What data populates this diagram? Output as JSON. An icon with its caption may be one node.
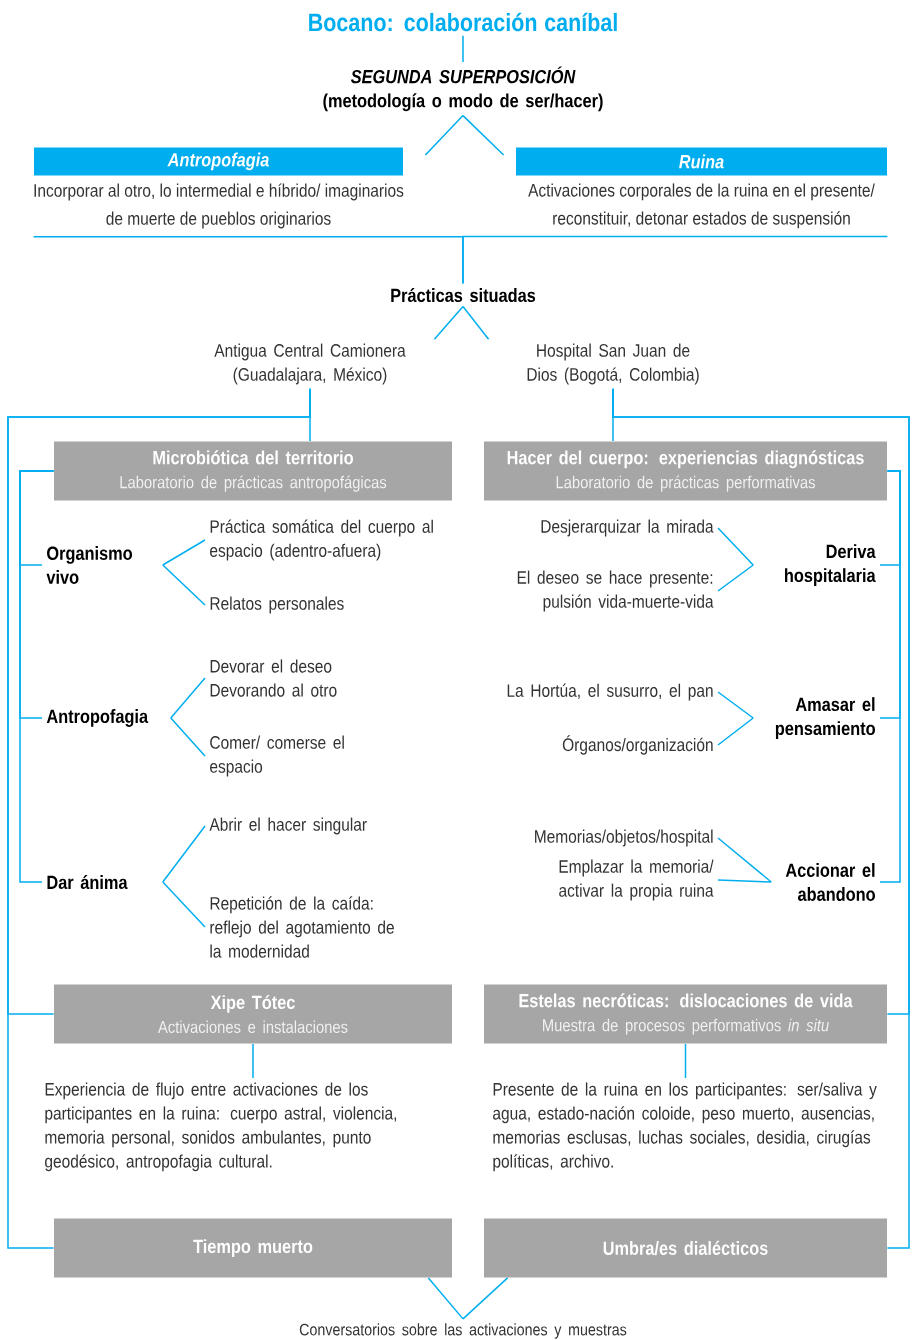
{
  "diagram": {
    "nodes": [
      {
        "text": [
          "Bocano: colaboración caníbal"
        ]
      },
      {
        "text": [
          "SEGUNDA SUPERPOSICIÓN",
          "(metodología o modo de ser/hacer)"
        ]
      },
      {
        "text": [
          "Antropofagia",
          "Incorporar al otro, lo intermedial e híbrido/ imaginarios de muerte de pueblos originarios"
        ]
      },
      {
        "text": [
          "Ruina",
          "Activaciones corporales de la ruina en el presente/ reconstituir, detonar estados de suspensión"
        ]
      },
      {
        "text": [
          "Prácticas situadas"
        ]
      },
      {
        "text": [
          "Antigua Central Camionera (Guadalajara, México)"
        ]
      },
      {
        "text": [
          "Hospital San Juan de Dios (Bogotá, Colombia)"
        ]
      },
      {
        "text": [
          "Microbiótica del territorio",
          "Laboratorio de prácticas antropofágicas"
        ]
      },
      {
        "text": [
          "Organismo vivo"
        ]
      },
      {
        "text": [
          "Práctica somática del cuerpo al espacio (adentro-afuera)"
        ]
      },
      {
        "text": [
          "Relatos personales"
        ]
      },
      {
        "text": [
          "Antropofagia"
        ]
      },
      {
        "text": [
          "Devorar el deseo Devorando al otro"
        ]
      },
      {
        "text": [
          "Comer/ comerse el espacio"
        ]
      },
      {
        "text": [
          "Dar ánima"
        ]
      },
      {
        "text": [
          "Abrir el hacer singular"
        ]
      },
      {
        "text": [
          "Repetición de la caída: reflejo del agotamiento de la modernidad"
        ]
      },
      {
        "text": [
          "Hacer del cuerpo: experiencias diagnósticas",
          "Laboratorio de prácticas performativas"
        ]
      },
      {
        "text": [
          "Desjerarquizar la mirada"
        ]
      },
      {
        "text": [
          "El deseo se hace presente: pulsión vida-muerte-vida"
        ]
      },
      {
        "text": [
          "Deriva hospitalaria"
        ]
      },
      {
        "text": [
          "La Hortúa, el susurro, el pan"
        ]
      },
      {
        "text": [
          "Órganos/organización"
        ]
      },
      {
        "text": [
          "Amasar el pensamiento"
        ]
      },
      {
        "text": [
          "Memorias/objetos/hospital"
        ]
      },
      {
        "text": [
          "Emplazar la memoria/ activar la propia ruina"
        ]
      },
      {
        "text": [
          "Accionar el abandono"
        ]
      },
      {
        "text": [
          "Xipe Tótec",
          "Activaciones e instalaciones"
        ]
      },
      {
        "text": [
          "Experiencia de flujo entre activaciones de los participantes en la ruina: cuerpo astral, violencia, memoria personal, sonidos ambulantes, punto geodésico, antropofagia cultural."
        ]
      },
      {
        "text": [
          "Estelas necróticas: dislocaciones de vida",
          "Muestra de procesos performativos *in situ*"
        ]
      },
      {
        "text": [
          "Presente de la ruina en los participantes: ser/saliva y agua, estado-nación coloide, peso muerto, ausencias, memorias esclusas, luchas sociales, desidia, cirugías políticas, archivo."
        ]
      },
      {
        "text": [
          "Tiempo muerto"
        ]
      },
      {
        "text": [
          "Umbra/es dialécticos"
        ]
      },
      {
        "text": [
          "Conversatorios sobre las activaciones y muestras"
        ]
      }
    ],
    "edges": [
      {
        "from": 0,
        "to": 1,
        "arrow": "none"
      },
      {
        "from": 1,
        "to": 2,
        "arrow": "none"
      },
      {
        "from": 1,
        "to": 3,
        "arrow": "none"
      },
      {
        "from": 2,
        "to": 4,
        "arrow": "none"
      },
      {
        "from": 3,
        "to": 4,
        "arrow": "none"
      },
      {
        "from": 4,
        "to": 5,
        "arrow": "none"
      },
      {
        "from": 4,
        "to": 6,
        "arrow": "none"
      },
      {
        "from": 5,
        "to": 7,
        "arrow": "none"
      },
      {
        "from": 5,
        "to": 27,
        "arrow": "none"
      },
      {
        "from": 5,
        "to": 31,
        "arrow": "none"
      },
      {
        "from": 6,
        "to": 17,
        "arrow": "none"
      },
      {
        "from": 6,
        "to": 29,
        "arrow": "none"
      },
      {
        "from": 6,
        "to": 32,
        "arrow": "none"
      },
      {
        "from": 7,
        "to": 8,
        "arrow": "none"
      },
      {
        "from": 7,
        "to": 11,
        "arrow": "none"
      },
      {
        "from": 7,
        "to": 14,
        "arrow": "none"
      },
      {
        "from": 8,
        "to": 9,
        "arrow": "none"
      },
      {
        "from": 8,
        "to": 10,
        "arrow": "none"
      },
      {
        "from": 11,
        "to": 12,
        "arrow": "none"
      },
      {
        "from": 11,
        "to": 13,
        "arrow": "none"
      },
      {
        "from": 14,
        "to": 15,
        "arrow": "none"
      },
      {
        "from": 14,
        "to": 16,
        "arrow": "none"
      },
      {
        "from": 17,
        "to": 20,
        "arrow": "none"
      },
      {
        "from": 17,
        "to": 23,
        "arrow": "none"
      },
      {
        "from": 17,
        "to": 26,
        "arrow": "none"
      },
      {
        "from": 18,
        "to": 20,
        "arrow": "none"
      },
      {
        "from": 19,
        "to": 20,
        "arrow": "none"
      },
      {
        "from": 21,
        "to": 23,
        "arrow": "none"
      },
      {
        "from": 22,
        "to": 23,
        "arrow": "none"
      },
      {
        "from": 24,
        "to": 26,
        "arrow": "none"
      },
      {
        "from": 25,
        "to": 26,
        "arrow": "none"
      },
      {
        "from": 27,
        "to": 28,
        "arrow": "none"
      },
      {
        "from": 29,
        "to": 30,
        "arrow": "none"
      },
      {
        "from": 31,
        "to": 33,
        "arrow": "none"
      },
      {
        "from": 32,
        "to": 33,
        "arrow": "none"
      }
    ]
  }
}
